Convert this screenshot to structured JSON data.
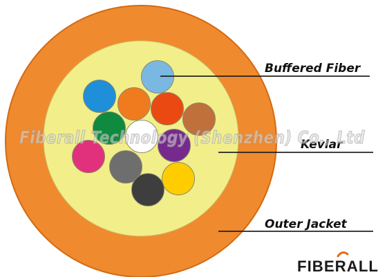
{
  "diagram": {
    "labels": {
      "buffered_fiber": "Buffered Fiber",
      "kevlar": "Kevlar",
      "outer_jacket": "Outer Jacket"
    },
    "watermark": "Fiberall Technology (Shenzhen) Co., Ltd",
    "logo": "FIBERALL",
    "colors": {
      "outer_jacket": "#f08a2e",
      "kevlar": "#f2ef8a",
      "leader_line": "#222222"
    },
    "fibers": [
      {
        "name": "light-blue",
        "color": "#7ab8e2"
      },
      {
        "name": "blue",
        "color": "#1e8fd8"
      },
      {
        "name": "orange",
        "color": "#ef7b1e"
      },
      {
        "name": "red-orange",
        "color": "#ea4a12"
      },
      {
        "name": "brown",
        "color": "#c0703a"
      },
      {
        "name": "green",
        "color": "#108a3e"
      },
      {
        "name": "white",
        "color": "#ffffff"
      },
      {
        "name": "violet",
        "color": "#772a8e"
      },
      {
        "name": "rose",
        "color": "#e2317c"
      },
      {
        "name": "slate",
        "color": "#6e6e6e"
      },
      {
        "name": "yellow",
        "color": "#ffcc00"
      },
      {
        "name": "black",
        "color": "#3e3e3e"
      }
    ]
  }
}
